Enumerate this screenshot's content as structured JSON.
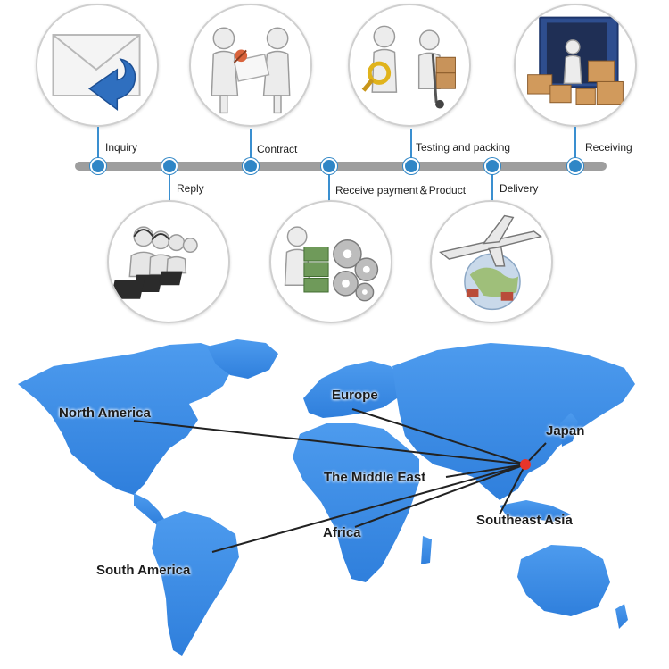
{
  "process": {
    "steps": [
      {
        "label": "Inquiry",
        "icon": "envelope-reply-icon"
      },
      {
        "label": "Reply",
        "icon": "call-center-operators-icon"
      },
      {
        "label": "Contract",
        "icon": "contract-handshake-icon"
      },
      {
        "label": "Receive payment＆Product",
        "icon": "money-and-gears-icon"
      },
      {
        "label": "Testing and packing",
        "icon": "inspection-packing-icon"
      },
      {
        "label": "Delivery",
        "icon": "airplane-globe-icon"
      },
      {
        "label": "Receiving",
        "icon": "container-boxes-icon"
      }
    ],
    "colors": {
      "bar": "#9e9e9e",
      "node": "#2f86c6",
      "stem": "#3a8fd0"
    }
  },
  "map": {
    "hub_color": "#e8352b",
    "ocean_color": "#ffffff",
    "land_color": "#3d8ee6",
    "regions": [
      {
        "label": "North America"
      },
      {
        "label": "Europe"
      },
      {
        "label": "Japan"
      },
      {
        "label": "The Middle East"
      },
      {
        "label": "Southeast Asia"
      },
      {
        "label": "Africa"
      },
      {
        "label": "South America"
      }
    ]
  }
}
